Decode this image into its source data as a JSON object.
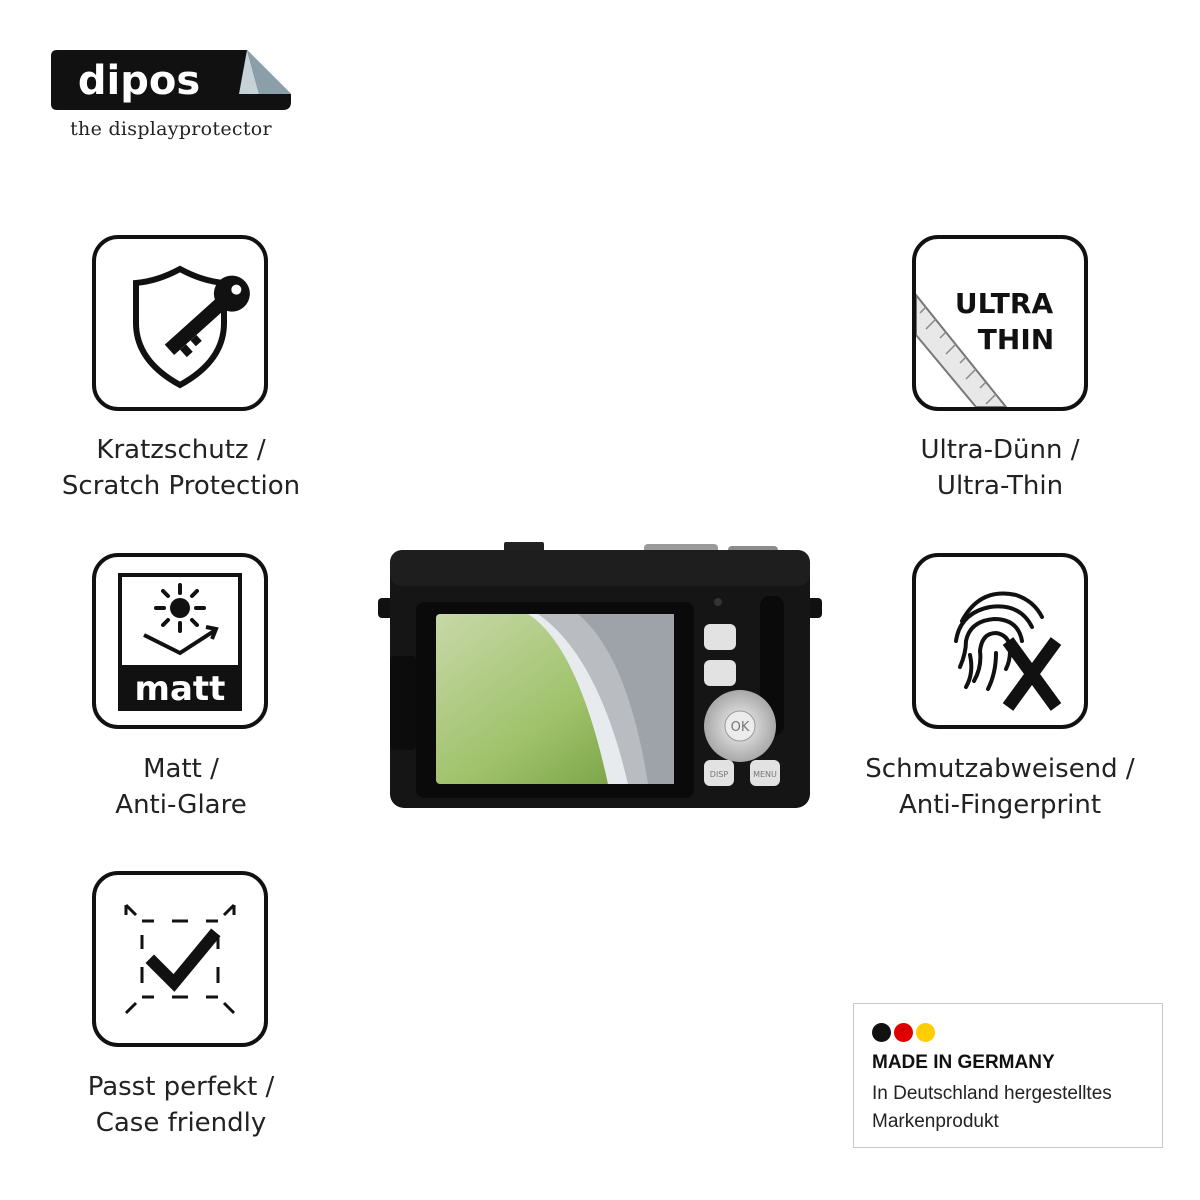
{
  "logo": {
    "wordmark": "dipos",
    "tagline": "the displayprotector"
  },
  "features": [
    {
      "id": "scratch",
      "icon": "shield-key-icon",
      "line1": "Kratzschutz /",
      "line2": "Scratch Protection"
    },
    {
      "id": "matt",
      "icon": "sun-matt-icon",
      "badge": "matt",
      "line1": "Matt /",
      "line2": "Anti-Glare"
    },
    {
      "id": "fit",
      "icon": "checkmark-frame-icon",
      "line1": "Passt perfekt /",
      "line2": "Case friendly"
    },
    {
      "id": "thin",
      "icon": "ruler-icon",
      "badge_line1": "ULTRA",
      "badge_line2": "THIN",
      "line1": "Ultra-Dünn /",
      "line2": "Ultra-Thin"
    },
    {
      "id": "fingerprint",
      "icon": "fingerprint-x-icon",
      "line1": "Schmutzabweisend /",
      "line2": "Anti-Fingerprint"
    }
  ],
  "camera_buttons": {
    "ok": "OK",
    "disp": "DISP",
    "menu": "MENU"
  },
  "made_in_germany": {
    "heading": "MADE IN GERMANY",
    "subline1": "In Deutschland hergestelltes",
    "subline2": "Markenprodukt",
    "colors": [
      "#111111",
      "#dd0000",
      "#ffce00"
    ]
  }
}
